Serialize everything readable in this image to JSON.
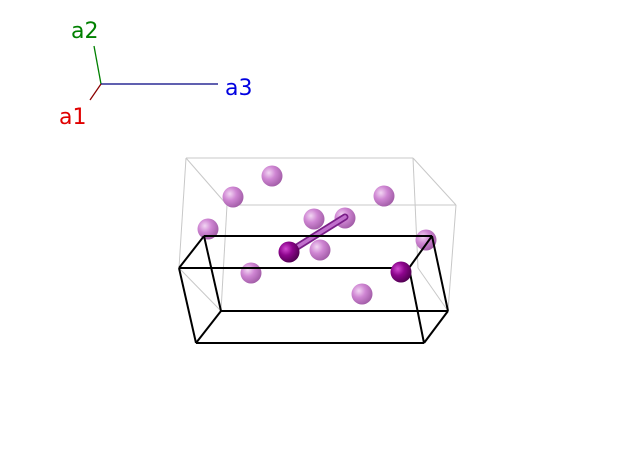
{
  "axes": {
    "a1": {
      "label": "a1",
      "color": "#e00000"
    },
    "a2": {
      "label": "a2",
      "color": "#008000"
    },
    "a3": {
      "label": "a3",
      "color": "#0000e0"
    }
  },
  "colors": {
    "background": "#ffffff",
    "outer_cell_edge": "#c8c8c8",
    "inner_cell_edge": "#000000",
    "atom_light": "#cc7fd0",
    "atom_dark": "#8a008a",
    "bond": "#a040b0"
  }
}
